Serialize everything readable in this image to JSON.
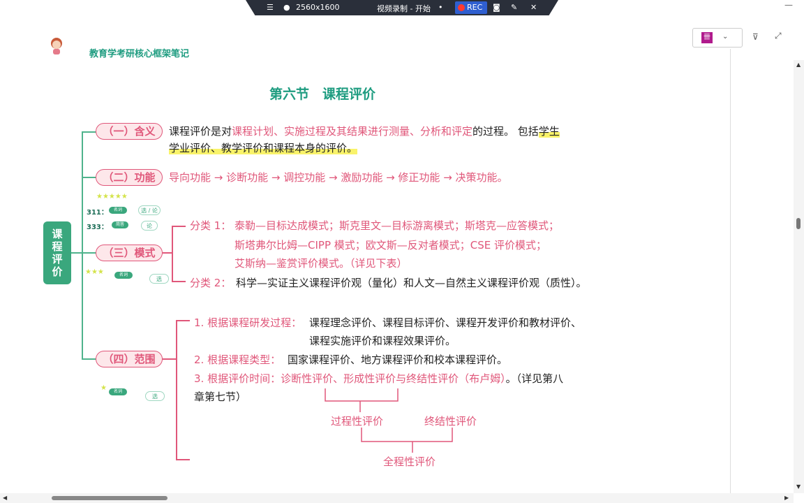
{
  "toolbar": {
    "menu_icon": "menu-icon",
    "resolution": "2560x1600",
    "mode": "视频录制 - 开始",
    "rec_label": "REC",
    "camera_icon": "camera-icon",
    "pen_icon": "pen-icon",
    "close_icon": "close-icon"
  },
  "doc": {
    "header_title": "教育学考研核心框架笔记",
    "section_title": "第六节　课程评价",
    "root_label_chars": [
      "课",
      "程",
      "评",
      "价"
    ],
    "n1": {
      "label": "（一）含义",
      "a": "课程评价是对",
      "b": "课程计划、实施过程及其结果进行测量、分析和评定",
      "c": "的过程。 包括",
      "d": "学生",
      "e": "学业评价、教学评价和课程本身的评价。"
    },
    "n2": {
      "label": "（二）功能",
      "text": "导向功能 → 诊断功能 → 调控功能 → 激励功能 → 修正功能 → 决策功能。"
    },
    "n3": {
      "label": "（三）模式",
      "c1_prefix": "分类 1：",
      "c1_l1": "泰勒—目标达成模式；斯克里文—目标游离模式；斯塔克—应答模式；",
      "c1_l2": "斯塔弗尔比姆—CIPP 模式；欧文斯—反对者模式；CSE 评价模式；",
      "c1_l3": "艾斯纳—鉴赏评价模式。（详见下表）",
      "c2_prefix": "分类 2：",
      "c2_text": "科学—实证主义课程评价观（量化）和人文—自然主义课程评价观（质性）。"
    },
    "n4": {
      "label": "（四）范围",
      "i1_prefix": "1. 根据课程研发过程：",
      "i1_l1": "课程理念评价、课程目标评价、课程开发评价和教材评价、",
      "i1_l2": "课程实施评价和课程效果评价。",
      "i2_prefix": "2. 根据课程类型：",
      "i2_text": "国家课程评价、地方课程评价和校本课程评价。",
      "i3_prefix": "3. 根据评价时间：",
      "i3_pink": "诊断性评价、形成性评价与终结性评价（布卢姆）",
      "i3_tail": "。（详见第八",
      "i3_l2": "章第七节）",
      "d_process": "过程性评价",
      "d_final": "终结性评价",
      "d_whole": "全程性评价"
    },
    "marks": {
      "m311": "311：",
      "m333": "333：",
      "tag_mc": "名词",
      "tag_jd": "简答",
      "tag_lun": "论",
      "tag_xuan": "选",
      "tag_zhan": "选 / 论",
      "stars5": "★★★★★",
      "stars3": "★★★",
      "stars1": "★"
    }
  }
}
